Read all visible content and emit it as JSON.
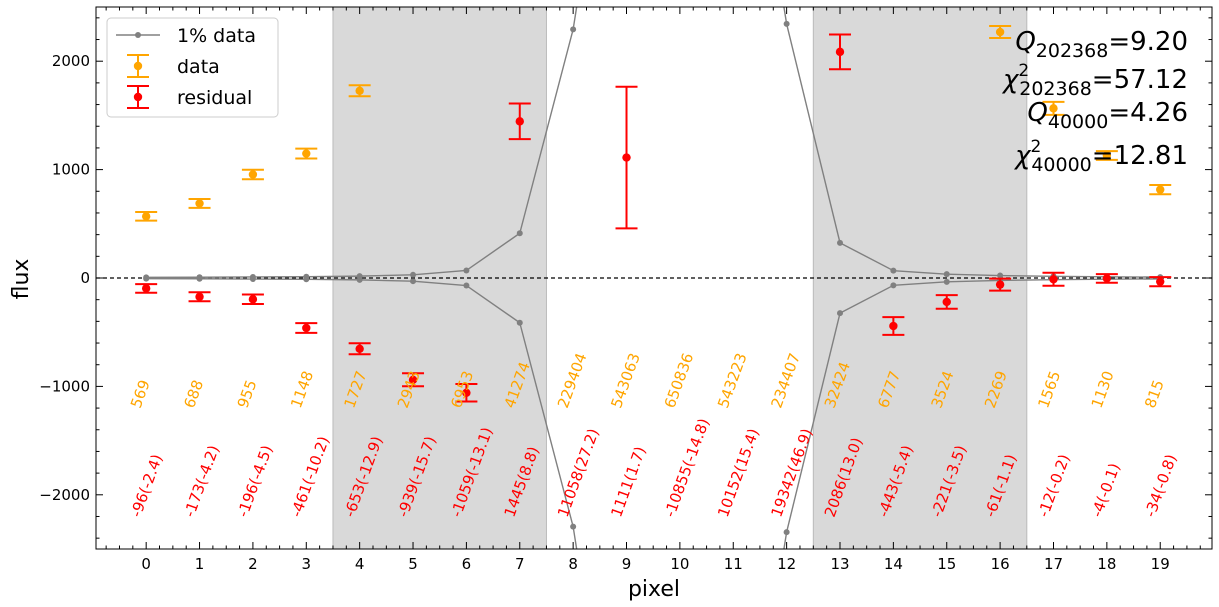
{
  "chart_data": {
    "type": "scatter",
    "xlabel": "pixel",
    "ylabel": "flux",
    "xlim": [
      -0.94,
      19.97
    ],
    "ylim": [
      -2500,
      2500
    ],
    "xticks": [
      0,
      1,
      2,
      3,
      4,
      5,
      6,
      7,
      8,
      9,
      10,
      11,
      12,
      13,
      14,
      15,
      16,
      17,
      18,
      19
    ],
    "yticks": [
      -2000,
      -1000,
      0,
      1000,
      2000
    ],
    "shaded_regions": [
      [
        3.5,
        7.5
      ],
      [
        12.5,
        16.5
      ]
    ],
    "zero_line": "dashed",
    "legend": {
      "placement": "top-left",
      "entries": [
        "1% data",
        "data",
        "residual"
      ]
    },
    "x": [
      0,
      1,
      2,
      3,
      4,
      5,
      6,
      7,
      8,
      9,
      10,
      11,
      12,
      13,
      14,
      15,
      16,
      17,
      18,
      19
    ],
    "data": [
      569,
      688,
      955,
      1148,
      1727,
      2943,
      6953,
      41274,
      229404,
      543063,
      650836,
      543223,
      234407,
      32424,
      6777,
      3524,
      2269,
      1565,
      1130,
      815
    ],
    "data_labels": [
      "569",
      "688",
      "955",
      "1148",
      "1727",
      "2943",
      "6953",
      "41274",
      "229404",
      "543063",
      "650836",
      "543223",
      "234407",
      "32424",
      "6777",
      "3524",
      "2269",
      "1565",
      "1130",
      "815"
    ],
    "residual": [
      -96,
      -173,
      -196,
      -461,
      -653,
      -939,
      -1059,
      1445,
      11058,
      1111,
      -10855,
      10152,
      19342,
      2086,
      -443,
      -221,
      -61,
      -12,
      -4,
      -34
    ],
    "residual_sigma": [
      -2.4,
      -4.2,
      -4.5,
      -10.2,
      -12.9,
      -15.7,
      -13.1,
      8.8,
      27.2,
      1.7,
      -14.8,
      15.4,
      46.9,
      13.0,
      -5.4,
      -3.5,
      -1.1,
      -0.2,
      -0.1,
      -0.8
    ],
    "residual_labels": [
      "-96(-2.4)",
      "-173(-4.2)",
      "-196(-4.5)",
      "-461(-10.2)",
      "-653(-12.9)",
      "-939(-15.7)",
      "-1059(-13.1)",
      "1445(8.8)",
      "11058(27.2)",
      "1111(1.7)",
      "-10855(-14.8)",
      "10152(15.4)",
      "19342(46.9)",
      "2086(13.0)",
      "-443(-5.4)",
      "-221(-3.5)",
      "-61(-1.1)",
      "-12(-0.2)",
      "-4(-0.1)",
      "-34(-0.8)"
    ],
    "annotations": [
      {
        "sym": "Q",
        "sub": "202368",
        "sup": "",
        "value": "=9.20"
      },
      {
        "sym": "χ",
        "sub": "202368",
        "sup": "2",
        "value": "=57.12"
      },
      {
        "sym": "Q",
        "sub": "40000",
        "sup": "",
        "value": "=4.26"
      },
      {
        "sym": "χ",
        "sub": "40000",
        "sup": "2",
        "value": "=12.81"
      }
    ],
    "colors": {
      "data": "#FFA500",
      "residual": "#FF0000",
      "one_percent": "#808080",
      "shade": "#d9d9d9"
    }
  }
}
